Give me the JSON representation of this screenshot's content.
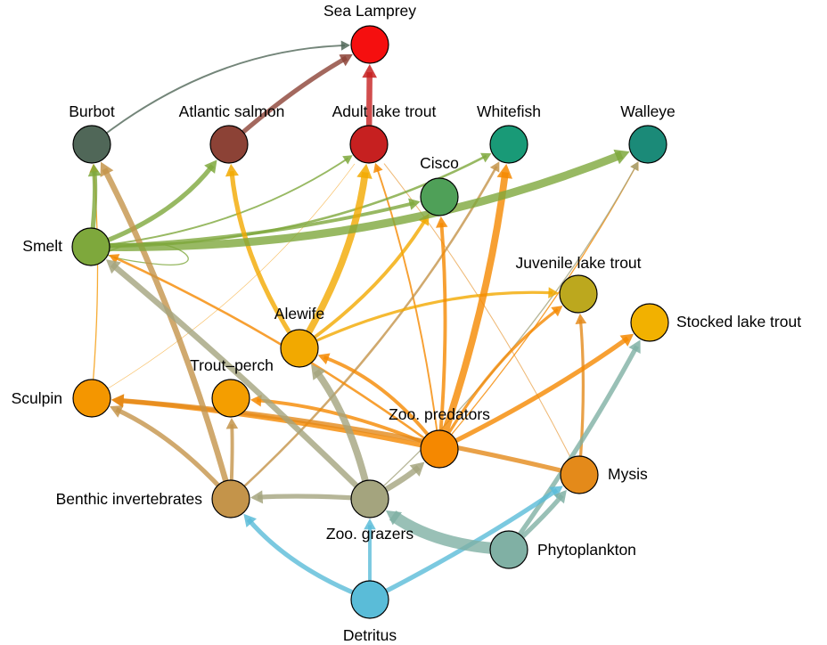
{
  "diagram": {
    "type": "food-web",
    "nodes": [
      {
        "id": "sea_lamprey",
        "label": "Sea Lamprey",
        "color": "#f50f0f"
      },
      {
        "id": "burbot",
        "label": "Burbot",
        "color": "#506758"
      },
      {
        "id": "atlantic_salmon",
        "label": "Atlantic salmon",
        "color": "#8c4236"
      },
      {
        "id": "adult_lake_trout",
        "label": "Adult lake trout",
        "color": "#c62020"
      },
      {
        "id": "whitefish",
        "label": "Whitefish",
        "color": "#199a77"
      },
      {
        "id": "walleye",
        "label": "Walleye",
        "color": "#1b8a78"
      },
      {
        "id": "cisco",
        "label": "Cisco",
        "color": "#4fa058"
      },
      {
        "id": "smelt",
        "label": "Smelt",
        "color": "#7ea83c"
      },
      {
        "id": "juvenile_lake_trout",
        "label": "Juvenile lake trout",
        "color": "#bca81e"
      },
      {
        "id": "stocked_lake_trout",
        "label": "Stocked lake trout",
        "color": "#f2b100"
      },
      {
        "id": "alewife",
        "label": "Alewife",
        "color": "#f2a900"
      },
      {
        "id": "trout_perch",
        "label": "Trout–perch",
        "color": "#f49e00"
      },
      {
        "id": "sculpin",
        "label": "Sculpin",
        "color": "#f49600"
      },
      {
        "id": "zoo_predators",
        "label": "Zoo. predators",
        "color": "#f58800"
      },
      {
        "id": "mysis",
        "label": "Mysis",
        "color": "#e48a1a"
      },
      {
        "id": "benthic_invertebrates",
        "label": "Benthic invertebrates",
        "color": "#c4944a"
      },
      {
        "id": "zoo_grazers",
        "label": "Zoo. grazers",
        "color": "#a4a47e"
      },
      {
        "id": "phytoplankton",
        "label": "Phytoplankton",
        "color": "#80b0a4"
      },
      {
        "id": "detritus",
        "label": "Detritus",
        "color": "#5abcd8"
      }
    ],
    "edges": [
      {
        "from": "burbot",
        "to": "sea_lamprey",
        "weight": 1.5
      },
      {
        "from": "atlantic_salmon",
        "to": "sea_lamprey",
        "weight": 4
      },
      {
        "from": "adult_lake_trout",
        "to": "sea_lamprey",
        "weight": 5
      },
      {
        "from": "smelt",
        "to": "burbot",
        "weight": 4
      },
      {
        "from": "sculpin",
        "to": "burbot",
        "weight": 1
      },
      {
        "from": "benthic_invertebrates",
        "to": "burbot",
        "weight": 5
      },
      {
        "from": "smelt",
        "to": "atlantic_salmon",
        "weight": 4
      },
      {
        "from": "alewife",
        "to": "atlantic_salmon",
        "weight": 4
      },
      {
        "from": "smelt",
        "to": "adult_lake_trout",
        "weight": 1.5
      },
      {
        "from": "alewife",
        "to": "adult_lake_trout",
        "weight": 6
      },
      {
        "from": "zoo_predators",
        "to": "adult_lake_trout",
        "weight": 1.5
      },
      {
        "from": "mysis",
        "to": "adult_lake_trout",
        "weight": 0.8
      },
      {
        "from": "sculpin",
        "to": "adult_lake_trout",
        "weight": 0.5
      },
      {
        "from": "smelt",
        "to": "whitefish",
        "weight": 2
      },
      {
        "from": "zoo_predators",
        "to": "whitefish",
        "weight": 6
      },
      {
        "from": "benthic_invertebrates",
        "to": "whitefish",
        "weight": 2
      },
      {
        "from": "smelt",
        "to": "walleye",
        "weight": 7
      },
      {
        "from": "zoo_predators",
        "to": "walleye",
        "weight": 1
      },
      {
        "from": "zoo_grazers",
        "to": "walleye",
        "weight": 1
      },
      {
        "from": "smelt",
        "to": "cisco",
        "weight": 3
      },
      {
        "from": "alewife",
        "to": "cisco",
        "weight": 3
      },
      {
        "from": "zoo_predators",
        "to": "cisco",
        "weight": 3
      },
      {
        "from": "smelt",
        "to": "smelt",
        "weight": 1
      },
      {
        "from": "zoo_predators",
        "to": "smelt",
        "weight": 2
      },
      {
        "from": "zoo_grazers",
        "to": "smelt",
        "weight": 5
      },
      {
        "from": "alewife",
        "to": "juvenile_lake_trout",
        "weight": 2.5
      },
      {
        "from": "zoo_predators",
        "to": "juvenile_lake_trout",
        "weight": 2.5
      },
      {
        "from": "mysis",
        "to": "juvenile_lake_trout",
        "weight": 2.5
      },
      {
        "from": "zoo_predators",
        "to": "stocked_lake_trout",
        "weight": 4
      },
      {
        "from": "phytoplankton",
        "to": "stocked_lake_trout",
        "weight": 4
      },
      {
        "from": "zoo_predators",
        "to": "alewife",
        "weight": 3
      },
      {
        "from": "zoo_grazers",
        "to": "alewife",
        "weight": 6
      },
      {
        "from": "zoo_predators",
        "to": "trout_perch",
        "weight": 3
      },
      {
        "from": "benthic_invertebrates",
        "to": "trout_perch",
        "weight": 3
      },
      {
        "from": "zoo_predators",
        "to": "sculpin",
        "weight": 4
      },
      {
        "from": "benthic_invertebrates",
        "to": "sculpin",
        "weight": 4
      },
      {
        "from": "mysis",
        "to": "sculpin",
        "weight": 4
      },
      {
        "from": "zoo_grazers",
        "to": "zoo_predators",
        "weight": 5
      },
      {
        "from": "detritus",
        "to": "mysis",
        "weight": 4
      },
      {
        "from": "phytoplankton",
        "to": "mysis",
        "weight": 4
      },
      {
        "from": "zoo_grazers",
        "to": "benthic_invertebrates",
        "weight": 4
      },
      {
        "from": "detritus",
        "to": "benthic_invertebrates",
        "weight": 4
      },
      {
        "from": "detritus",
        "to": "zoo_grazers",
        "weight": 3
      },
      {
        "from": "phytoplankton",
        "to": "zoo_grazers",
        "weight": 10
      }
    ]
  }
}
